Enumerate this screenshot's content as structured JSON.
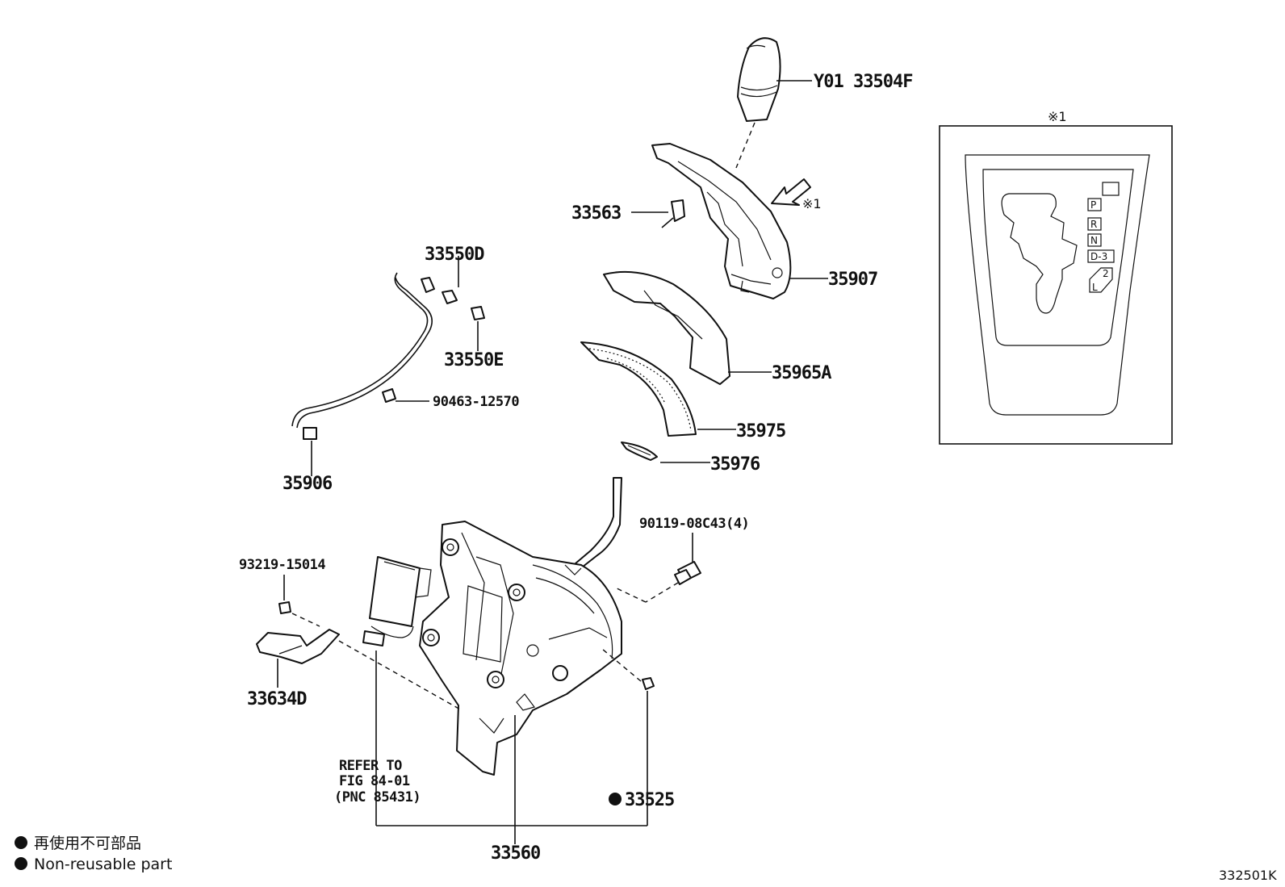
{
  "diagram_id": "332501K",
  "inset_marker": "※1",
  "labels": {
    "p33504F": "Y01  33504F",
    "p33563": "33563",
    "p35907": "35907",
    "p33550D": "33550D",
    "p33550E": "33550E",
    "p90463": "90463-12570",
    "p35965A": "35965A",
    "p35975": "35975",
    "p35976": "35976",
    "p35906": "35906",
    "p90119": "90119-08C43(4)",
    "p93219": "93219-15014",
    "p33634D": "33634D",
    "p33525": "33525",
    "p33560": "33560"
  },
  "refer": {
    "line1": "REFER TO",
    "line2": "FIG 84-01",
    "line3": "(PNC 85431)"
  },
  "gate_labels": [
    "P",
    "R",
    "N",
    "D-3",
    "2",
    "L"
  ],
  "legend": [
    {
      "bullet": "●",
      "text": "再使用不可部品"
    },
    {
      "bullet": "●",
      "text": "Non-reusable part"
    }
  ],
  "non_reusable_bullet": "●"
}
